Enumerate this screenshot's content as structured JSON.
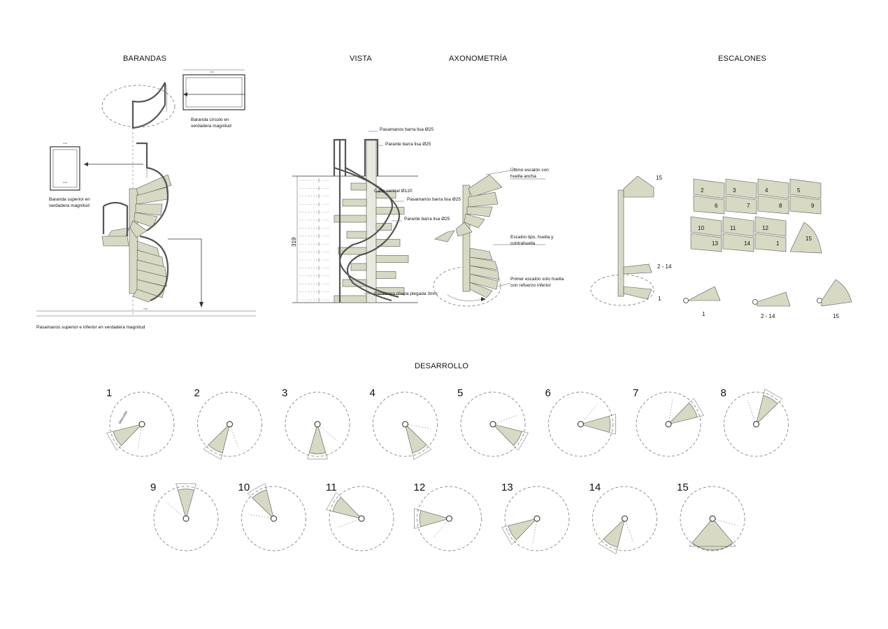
{
  "sections": {
    "barandas": "BARANDAS",
    "vista": "VISTA",
    "axonometria": "AXONOMETRÍA",
    "escalones": "ESCALONES",
    "desarrollo": "DESARROLLO"
  },
  "barandas": {
    "note_circle_line1": "Baranda círculo en",
    "note_circle_line2": "verdadera magnitud",
    "note_upper_line1": "Baranda superior en",
    "note_upper_line2": "verdadera magnitud",
    "footer": "Pasamanos superior e inferior en verdadera magnitud"
  },
  "vista": {
    "labels": [
      "Pasamanos barra lisa Ø25",
      "Parante barra lisa Ø25",
      "Caño central Ø120",
      "Pasamanos barra lisa Ø25",
      "Parante barra lisa Ø25",
      "Escalones chapa plegada 3mm"
    ],
    "height": "319"
  },
  "axonometria": {
    "labels_line1": [
      "Último escalón con",
      "Escalón tipo, huella y",
      "Primer escalón solo huella"
    ],
    "labels_line2": [
      "huella ancha",
      "contrahuella",
      "con refuerzo inferior"
    ]
  },
  "escalones": {
    "elev_labels": [
      "15",
      "2 - 14",
      "1"
    ],
    "pieces": [
      "2",
      "3",
      "4",
      "5",
      "6",
      "7",
      "8",
      "9",
      "10",
      "11",
      "12",
      "13",
      "14",
      "1",
      "15"
    ],
    "detail_labels": [
      "1",
      "2 - 14",
      "15"
    ]
  },
  "desarrollo": {
    "steps": [
      "1",
      "2",
      "3",
      "4",
      "5",
      "6",
      "7",
      "8",
      "9",
      "10",
      "11",
      "12",
      "13",
      "14",
      "15"
    ],
    "direction": "Dirección"
  }
}
